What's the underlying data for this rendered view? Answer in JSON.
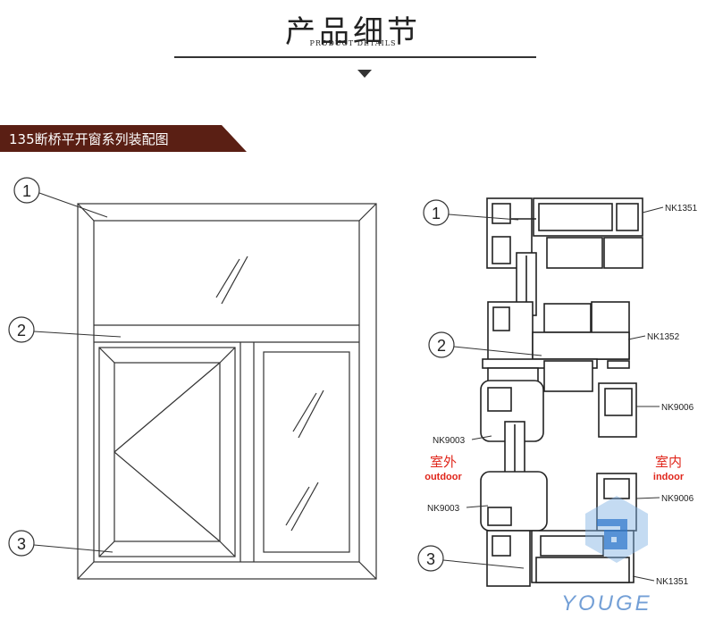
{
  "header": {
    "title": "产品细节",
    "subtitle": "PRODUCT DETAILS"
  },
  "section": {
    "banner": "135断桥平开窗系列装配图"
  },
  "left_diagram": {
    "callouts": [
      "1",
      "2",
      "3"
    ]
  },
  "right_diagram": {
    "callouts": [
      "1",
      "2",
      "3"
    ],
    "part_codes": {
      "top": "NK1351",
      "mid": "NK1352",
      "mid_right": "NK9006",
      "left_upper": "NK9003",
      "left_lower": "NK9003",
      "right_lower": "NK9006",
      "bottom": "NK1351"
    },
    "labels": {
      "outdoor_cn": "室外",
      "outdoor_en": "outdoor",
      "indoor_cn": "室内",
      "indoor_en": "indoor"
    }
  },
  "watermark": {
    "text": "YOUGE"
  },
  "colors": {
    "banner": "#5a1f14",
    "accent_red": "#e0261b",
    "line": "#333333",
    "watermark": "#5b8fd0"
  }
}
